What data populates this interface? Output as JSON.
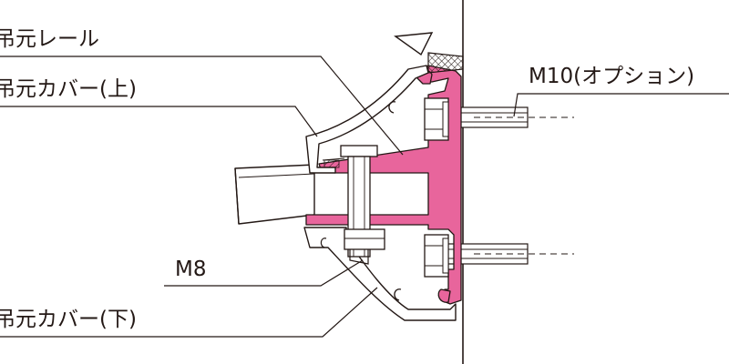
{
  "labels": {
    "rail": "吊元レール",
    "cover_upper": "吊元カバー(上)",
    "bolt_m10": "M10(オプション)",
    "bolt_m8": "M8",
    "cover_lower": "吊元カバー(下)"
  },
  "colors": {
    "rail_fill": "#e8659c",
    "line": "#231815",
    "background": "#ffffff"
  },
  "icons": {
    "view_marker": "triangle-outline-icon",
    "seal": "hatched-seal-icon",
    "clip": "c-clip-icon"
  }
}
